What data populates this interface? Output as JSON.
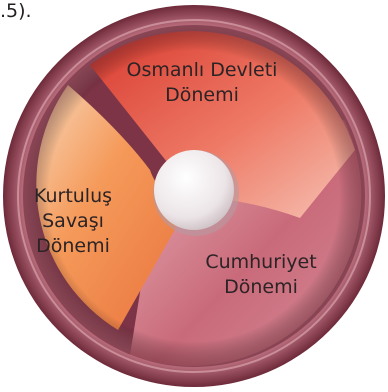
{
  "corner_text": ".5).",
  "segments": {
    "osmanli": {
      "line1": "Osmanlı Devleti",
      "line2": "Dönemi",
      "color": "#e8594a"
    },
    "kurtulus": {
      "line1": "Kurtuluş",
      "line2": "Savaşı",
      "line3": "Dönemi",
      "color": "#f28c4c"
    },
    "cumhuriyet": {
      "line1": "Cumhuriyet",
      "line2": "Dönemi",
      "color": "#c96a7a"
    }
  },
  "colors": {
    "outer_ring": "#9c4a5c",
    "center_disc": "#ebe4e6"
  }
}
